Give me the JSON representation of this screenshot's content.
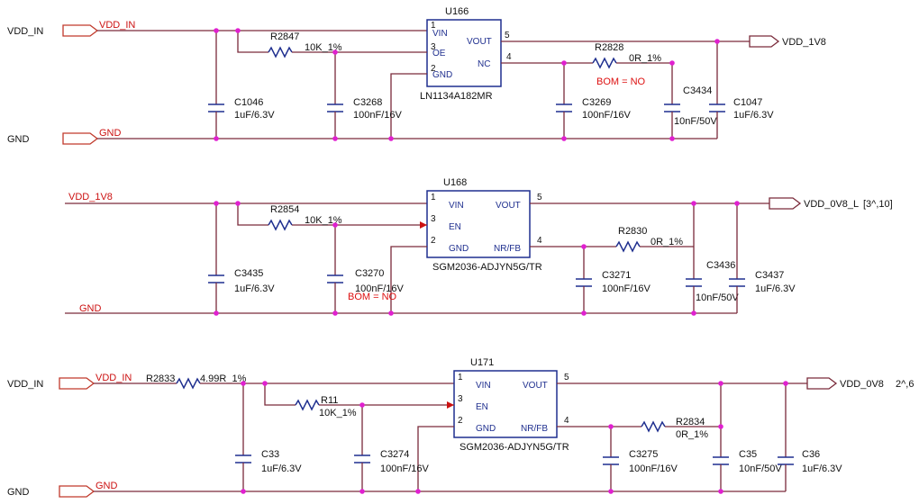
{
  "blocks": [
    {
      "left_top_label": "VDD_IN",
      "left_bottom_label": "GND",
      "in_net": "VDD_IN",
      "gnd_net": "GND",
      "chip": {
        "ref": "U166",
        "part": "LN1134A182MR",
        "pins": {
          "p1": "VIN",
          "p3": "OE",
          "p2": "GND",
          "p5": "VOUT",
          "p4": "NC"
        },
        "nums": {
          "n1": "1",
          "n3": "3",
          "n2": "2",
          "n5": "5",
          "n4": "4"
        }
      },
      "r_en": {
        "ref": "R2847",
        "val": "10K_1%"
      },
      "r_fb": {
        "ref": "R2828",
        "val": "0R_1%",
        "bom": "BOM = NO"
      },
      "caps": [
        {
          "ref": "C1046",
          "val": "1uF/6.3V"
        },
        {
          "ref": "C3268",
          "val": "100nF/16V"
        },
        {
          "ref": "C3269",
          "val": "100nF/16V"
        },
        {
          "ref": "C3434",
          "val": "10nF/50V"
        },
        {
          "ref": "C1047",
          "val": "1uF/6.3V"
        }
      ],
      "out_net": "VDD_1V8",
      "out_ref": ""
    },
    {
      "in_net": "VDD_1V8",
      "gnd_net": "GND",
      "chip": {
        "ref": "U168",
        "part": "SGM2036-ADJYN5G/TR",
        "pins": {
          "p1": "VIN",
          "p3": "EN",
          "p2": "GND",
          "p5": "VOUT",
          "p4": "NR/FB"
        },
        "nums": {
          "n1": "1",
          "n3": "3",
          "n2": "2",
          "n5": "5",
          "n4": "4"
        }
      },
      "r_en": {
        "ref": "R2854",
        "val": "10K_1%"
      },
      "r_fb": {
        "ref": "R2830",
        "val": "0R_1%"
      },
      "caps": [
        {
          "ref": "C3435",
          "val": "1uF/6.3V"
        },
        {
          "ref": "C3270",
          "val": "100nF/16V",
          "bom": "BOM = NO"
        },
        {
          "ref": "C3271",
          "val": "100nF/16V"
        },
        {
          "ref": "C3436",
          "val": "10nF/50V"
        },
        {
          "ref": "C3437",
          "val": "1uF/6.3V"
        }
      ],
      "out_net": "VDD_0V8_L",
      "out_ref": "[3^,10]"
    },
    {
      "left_top_label": "VDD_IN",
      "left_bottom_label": "GND",
      "in_net": "VDD_IN",
      "gnd_net": "GND",
      "r_in": {
        "ref": "R2833",
        "val": "4.99R_1%"
      },
      "chip": {
        "ref": "U171",
        "part": "SGM2036-ADJYN5G/TR",
        "pins": {
          "p1": "VIN",
          "p3": "EN",
          "p2": "GND",
          "p5": "VOUT",
          "p4": "NR/FB"
        },
        "nums": {
          "n1": "1",
          "n3": "3",
          "n2": "2",
          "n5": "5",
          "n4": "4"
        }
      },
      "r_en": {
        "ref": "R11",
        "val": "10K_1%"
      },
      "r_fb": {
        "ref": "R2834",
        "val": "0R_1%"
      },
      "caps": [
        {
          "ref": "C33",
          "val": "1uF/6.3V"
        },
        {
          "ref": "C3274",
          "val": "100nF/16V"
        },
        {
          "ref": "C3275",
          "val": "100nF/16V"
        },
        {
          "ref": "C35",
          "val": "10nF/50V"
        },
        {
          "ref": "C36",
          "val": "1uF/6.3V"
        }
      ],
      "out_net": "VDD_0V8",
      "out_ref": "2^,6"
    }
  ],
  "colors": {
    "wire": "#7a2a3a",
    "component": "#1f2f8f",
    "junction": "#e020d0",
    "net_label": "#cc1111"
  }
}
